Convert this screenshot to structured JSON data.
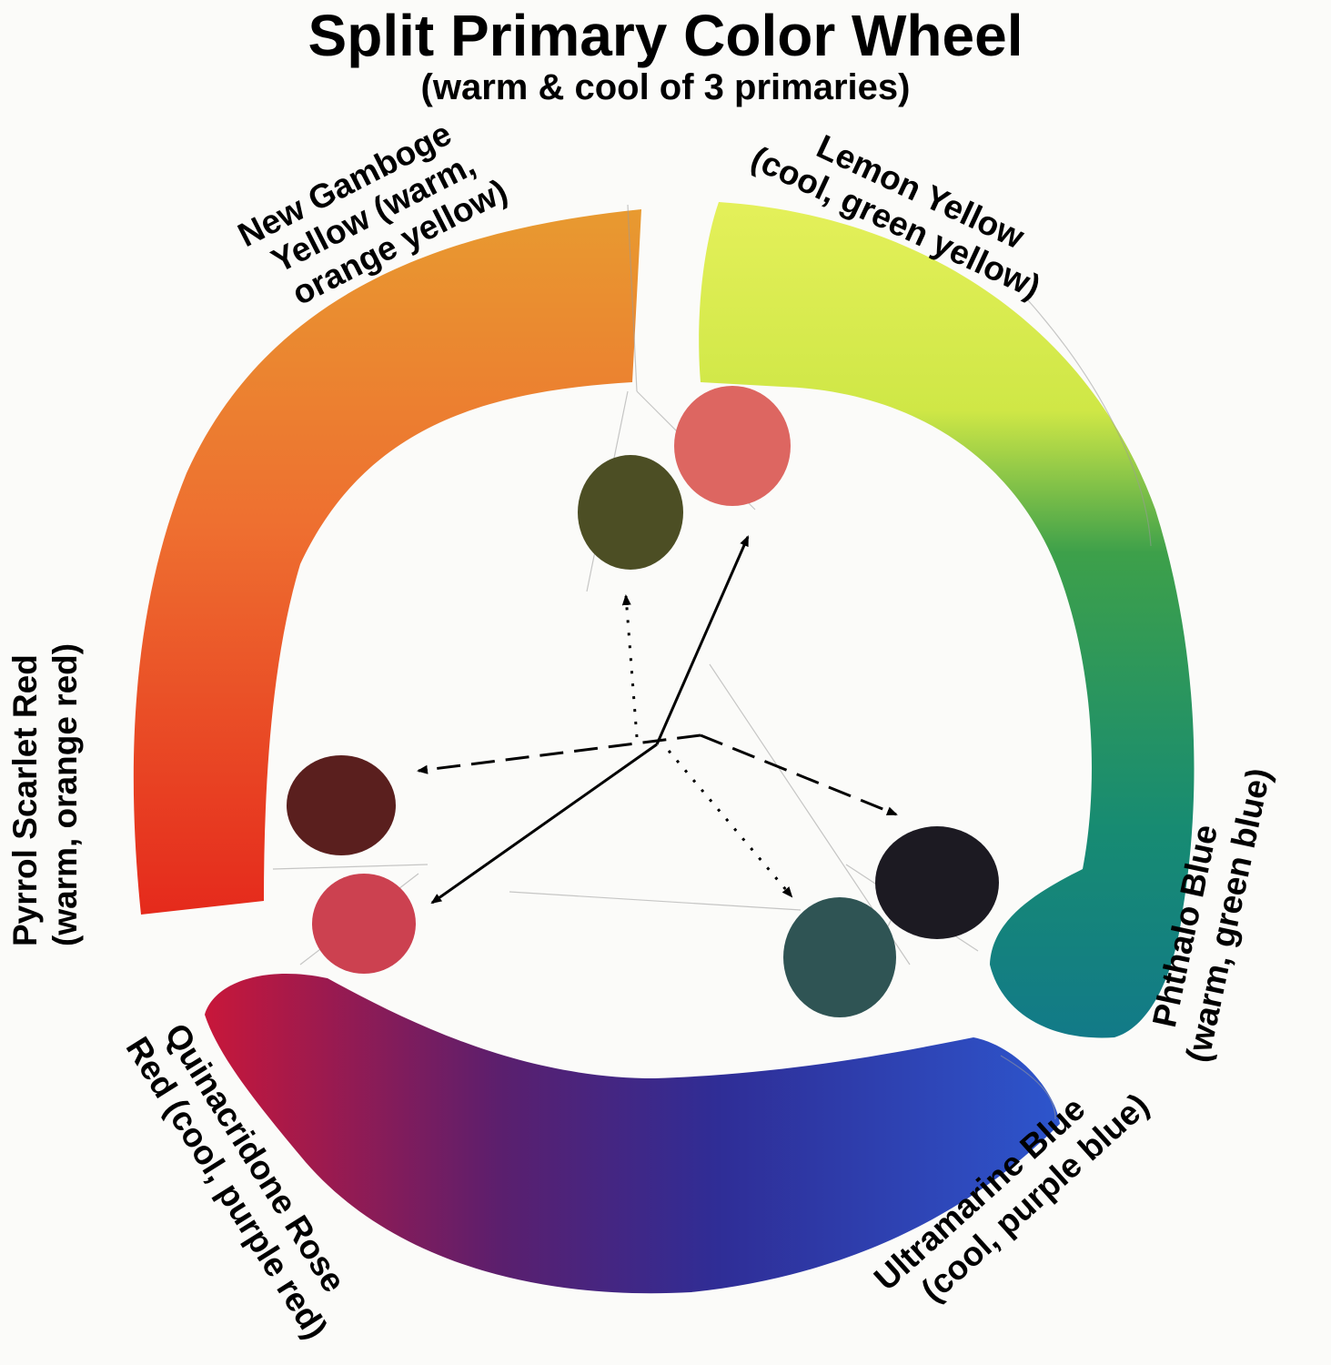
{
  "title": "Split Primary Color Wheel",
  "subtitle": "(warm & cool of 3 primaries)",
  "labels": {
    "new_gamboge": [
      "New Gamboge",
      "Yellow (warm,",
      "orange yellow)"
    ],
    "lemon_yellow": [
      "Lemon Yellow",
      "(cool, green yellow)"
    ],
    "pyrrol_scarlet": [
      "Pyrrol Scarlet Red",
      "(warm, orange red)"
    ],
    "phthalo_blue": [
      "Phthalo Blue",
      "(warm, green blue)"
    ],
    "quinacridone_rose": [
      "Quinacridone Rose",
      "Red (cool, purple red)"
    ],
    "ultramarine_blue": [
      "Ultramarine Blue",
      "(cool, purple blue)"
    ]
  },
  "colors": {
    "new_gamboge": "#e6952e",
    "lemon_yellow": "#e3ef58",
    "pyrrol_scarlet": "#e6321e",
    "phthalo_blue": "#117d86",
    "quinacridone_rose": "#c2173c",
    "ultramarine_blue": "#2a3ba8",
    "mix_olive": "#4c4e24",
    "mix_salmon": "#dd6661",
    "mix_maroon": "#5a1f1e",
    "mix_rose": "#cc4150",
    "mix_black": "#1c1a22",
    "mix_teal_grey": "#2f5454"
  }
}
